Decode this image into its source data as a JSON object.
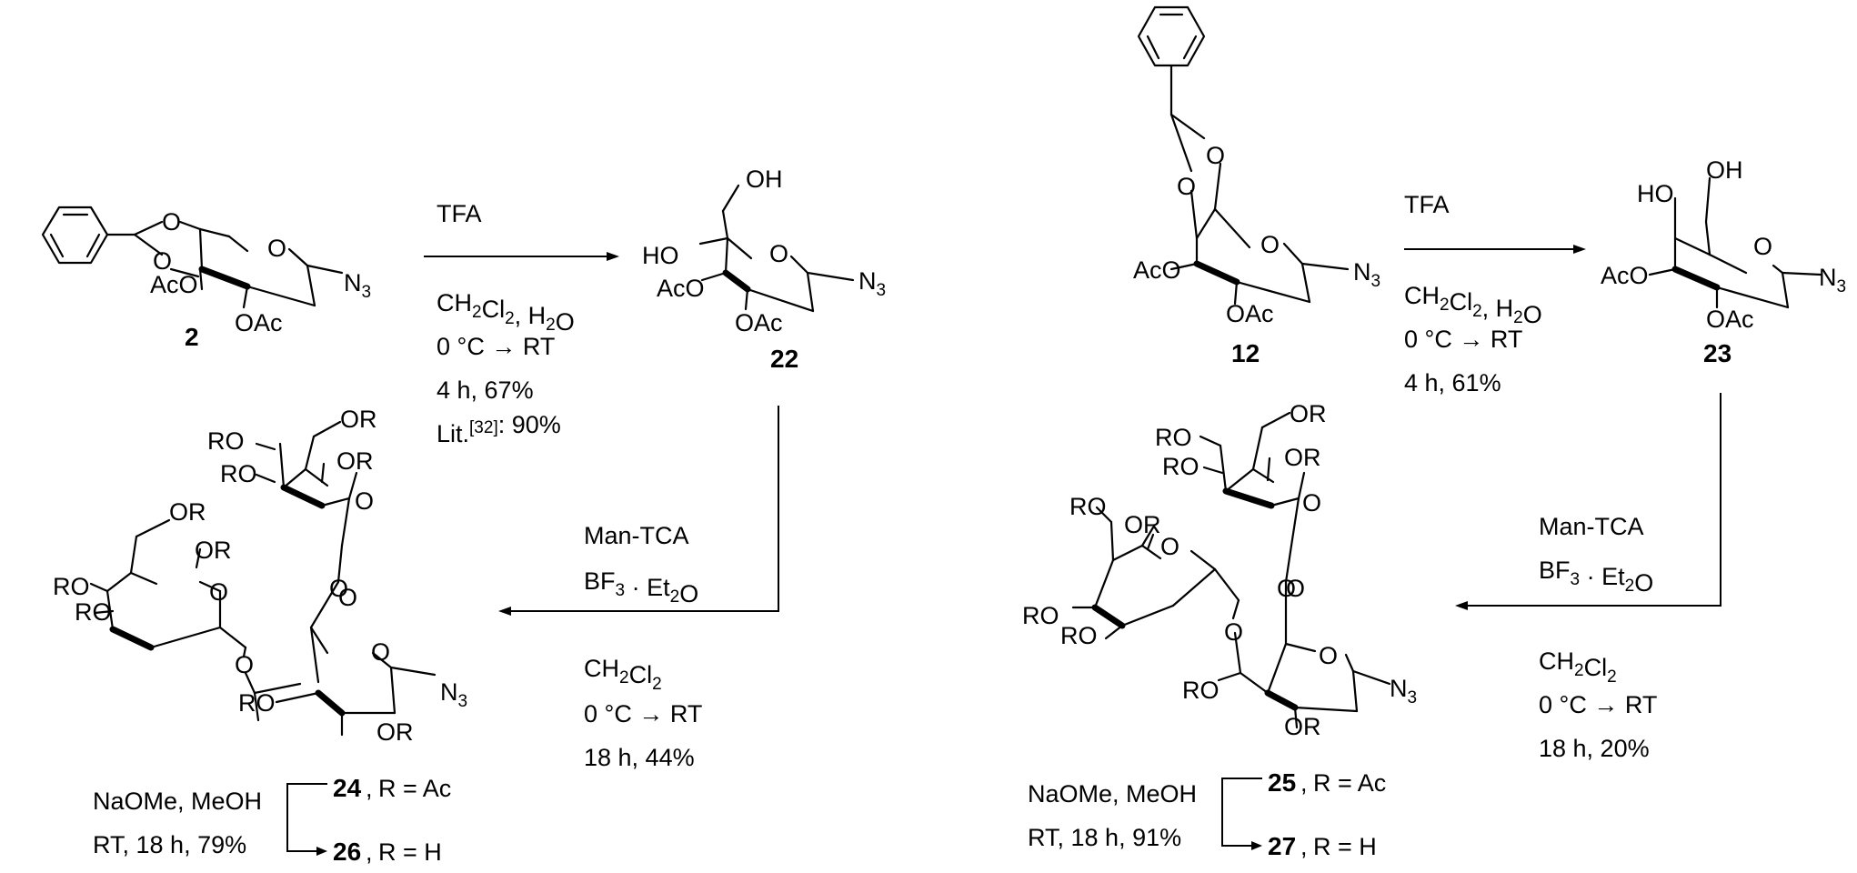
{
  "panels": [
    {
      "start": {
        "id": "2",
        "groups": [
          "O",
          "O",
          "O",
          "AcO",
          "N3",
          "OAc"
        ]
      },
      "step1": {
        "reagent": "TFA",
        "solvent": "CH2Cl2, H2O",
        "temp": "0 °C → RT",
        "time_yield": "4 h, 67%",
        "literature": "Lit.[32]: 90%"
      },
      "intermediate": {
        "id": "22",
        "groups": [
          "OH",
          "HO",
          "O",
          "AcO",
          "N3",
          "OAc"
        ]
      },
      "step2": {
        "reagent": "Man-TCA",
        "lewis_acid": "BF3 · Et2O",
        "solvent": "CH2Cl2",
        "temp": "0 °C → RT",
        "time_yield": "18 h, 44%"
      },
      "product": {
        "groups": [
          "RO",
          "RO",
          "OR",
          "OR",
          "O",
          "O",
          "OR",
          "OR",
          "RO",
          "RO",
          "O",
          "O",
          "O",
          "O",
          "RO",
          "N3",
          "OR"
        ]
      },
      "deprotection": {
        "reagents": "NaOMe, MeOH",
        "conditions": "RT, 18 h, 79%",
        "from_id": "24",
        "from_r": "R = Ac",
        "to_id": "26",
        "to_r": "R = H"
      }
    },
    {
      "start": {
        "id": "12",
        "groups": [
          "O",
          "O",
          "O",
          "AcO",
          "N3",
          "OAc"
        ]
      },
      "step1": {
        "reagent": "TFA",
        "solvent": "CH2Cl2, H2O",
        "temp": "0 °C → RT",
        "time_yield": "4 h, 61%"
      },
      "intermediate": {
        "id": "23",
        "groups": [
          "HO",
          "OH",
          "O",
          "AcO",
          "N3",
          "OAc"
        ]
      },
      "step2": {
        "reagent": "Man-TCA",
        "lewis_acid": "BF3 · Et2O",
        "solvent": "CH2Cl2",
        "temp": "0 °C → RT",
        "time_yield": "18 h, 20%"
      },
      "product": {
        "groups": [
          "RO",
          "RO",
          "OR",
          "OR",
          "O",
          "O",
          "RO",
          "OR",
          "RO",
          "RO",
          "O",
          "O",
          "O",
          "O",
          "RO",
          "N3",
          "OR"
        ]
      },
      "deprotection": {
        "reagents": "NaOMe, MeOH",
        "conditions": "RT, 18 h, 91%",
        "from_id": "25",
        "from_r": "R = Ac",
        "to_id": "27",
        "to_r": "R = H"
      }
    }
  ]
}
